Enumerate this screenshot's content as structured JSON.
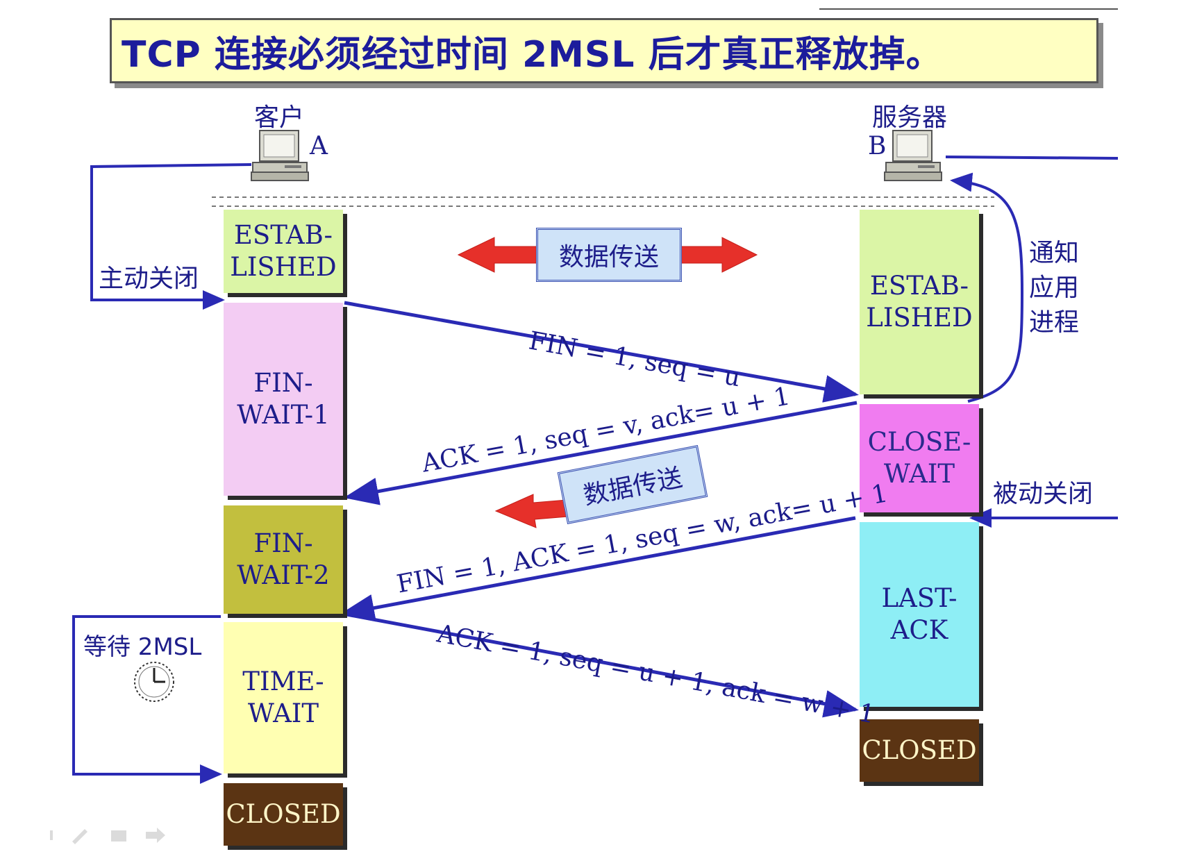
{
  "title": "TCP 连接必须经过时间 2MSL 后才真正释放掉。",
  "client": {
    "label": "客户",
    "letter": "A"
  },
  "server": {
    "label": "服务器",
    "letter": "B"
  },
  "side_labels": {
    "active_close": "主动关闭",
    "passive_close": "被动关闭",
    "notify": "通知\n应用\n进程",
    "wait_2msl": "等待 2MSL"
  },
  "client_states": [
    {
      "name": "established",
      "text": "ESTAB-\nLISHED",
      "color": "#dbf5a6"
    },
    {
      "name": "fin-wait-1",
      "text": "FIN-\nWAIT-1",
      "color": "#f3ccf3"
    },
    {
      "name": "fin-wait-2",
      "text": "FIN-\nWAIT-2",
      "color": "#c2bf3e"
    },
    {
      "name": "time-wait",
      "text": "TIME-\nWAIT",
      "color": "#ffffb2"
    },
    {
      "name": "closed",
      "text": "CLOSED",
      "color": "#5b3413"
    }
  ],
  "server_states": [
    {
      "name": "established",
      "text": "ESTAB-\nLISHED",
      "color": "#dbf5a6"
    },
    {
      "name": "close-wait",
      "text": "CLOSE-\nWAIT",
      "color": "#f07cf0"
    },
    {
      "name": "last-ack",
      "text": "LAST-\nACK",
      "color": "#8eeef5"
    },
    {
      "name": "closed",
      "text": "CLOSED",
      "color": "#5b3413"
    }
  ],
  "messages": {
    "fin1": "FIN = 1, seq = u",
    "ack1": "ACK = 1, seq = v, ack= u + 1",
    "fin2": "FIN = 1, ACK = 1, seq = w, ack= u + 1",
    "ack2": "ACK = 1, seq = u + 1, ack = w + 1"
  },
  "data_transfer": "数据传送",
  "data_transfer_2": "数据传送",
  "colors": {
    "arrow": "#2a2ab4",
    "red_arrow": "#e6302a",
    "title_bg": "#ffffc2",
    "text": "#1d1d8a"
  }
}
